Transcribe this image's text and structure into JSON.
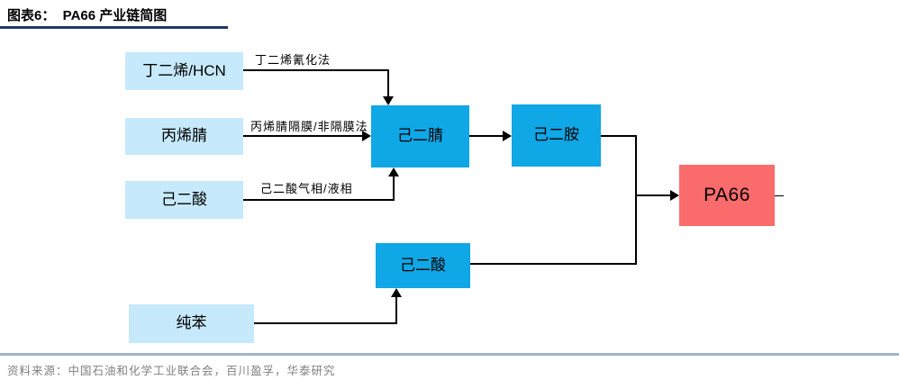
{
  "header": {
    "title": "图表6：  PA66 产业链简图"
  },
  "diagram": {
    "nodes": {
      "butadiene_hcn": {
        "label": "丁二烯/HCN",
        "type": "raw-material"
      },
      "acrylonitrile": {
        "label": "丙烯腈",
        "type": "raw-material"
      },
      "adipic_acid_raw": {
        "label": "己二酸",
        "type": "raw-material"
      },
      "pure_benzene": {
        "label": "纯苯",
        "type": "raw-material"
      },
      "adiponitrile": {
        "label": "己二腈",
        "type": "intermediate"
      },
      "hexamethylenediamine": {
        "label": "己二胺",
        "type": "intermediate"
      },
      "adipic_acid_mid": {
        "label": "己二酸",
        "type": "intermediate"
      },
      "pa66": {
        "label": "PA66",
        "type": "product"
      }
    },
    "edges": [
      {
        "from": "butadiene_hcn",
        "to": "adiponitrile",
        "label": "丁二烯氰化法"
      },
      {
        "from": "acrylonitrile",
        "to": "adiponitrile",
        "label": "丙烯腈隔膜/非隔膜法"
      },
      {
        "from": "adipic_acid_raw",
        "to": "adiponitrile",
        "label": "己二酸气相/液相"
      },
      {
        "from": "adiponitrile",
        "to": "hexamethylenediamine",
        "label": ""
      },
      {
        "from": "hexamethylenediamine",
        "to": "pa66",
        "label": ""
      },
      {
        "from": "adipic_acid_mid",
        "to": "pa66",
        "label": ""
      },
      {
        "from": "pure_benzene",
        "to": "adipic_acid_mid",
        "label": ""
      }
    ],
    "colors": {
      "raw_material_box": "#C6E9FB",
      "intermediate_box": "#0FA7E6",
      "product_box": "#FA6B6B",
      "connector": "#000000",
      "title_rule": "#1F3864",
      "footer_rule": "#9FB3CB"
    }
  },
  "footer": {
    "source": "资料来源：中国石油和化学工业联合会，百川盈孚，华泰研究"
  }
}
